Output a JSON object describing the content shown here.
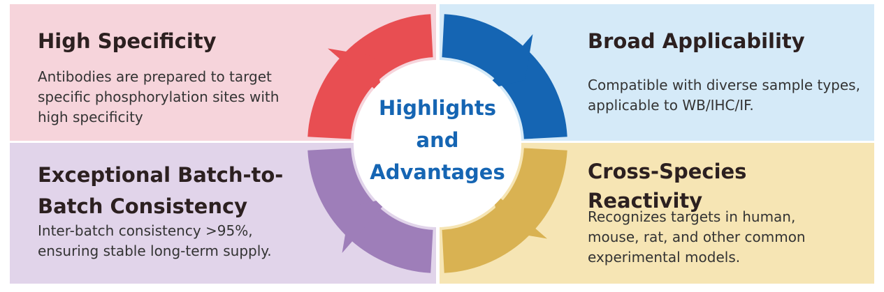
{
  "center": {
    "line1": "Highlights",
    "line2": "and",
    "line3": "Advantages"
  },
  "panels": {
    "top_left": {
      "title": "High Specificity",
      "description": "Antibodies are prepared to target specific phosphorylation sites with high specificity"
    },
    "top_right": {
      "title": "Broad Applicability",
      "description": "Compatible with diverse sample types, applicable to WB/IHC/IF."
    },
    "bottom_left": {
      "title": "Exceptional Batch-to-Batch Consistency",
      "description": "Inter-batch consistency >95%, ensuring stable long-term supply."
    },
    "bottom_right": {
      "title": "Cross-Species Reactivity",
      "description": "Recognizes targets in human, mouse, rat, and other common experimental models."
    }
  },
  "colors": {
    "quadrant_red": "#e84e52",
    "quadrant_blue": "#1565b3",
    "quadrant_purple": "#9e7eb9",
    "quadrant_gold": "#d9b252",
    "center_text": "#1565b3"
  }
}
